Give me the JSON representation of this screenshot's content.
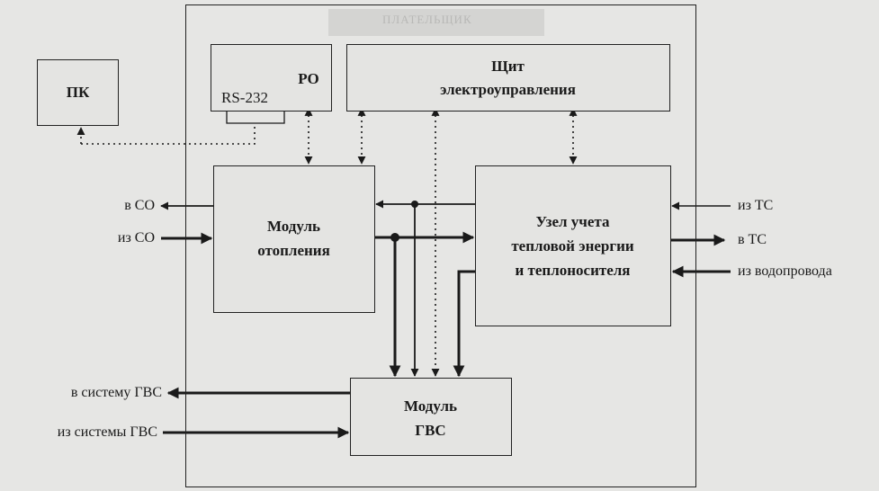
{
  "pc_label": "ПК",
  "ro_label": "РО",
  "rs232_label": "RS-232",
  "panel": {
    "line1": "Щит",
    "line2": "электроуправления"
  },
  "heating_module": {
    "line1": "Модуль",
    "line2": "отопления"
  },
  "metering_unit": {
    "line1": "Узел учета",
    "line2": "тепловой энергии",
    "line3": "и теплоносителя"
  },
  "dhw_module": {
    "line1": "Модуль",
    "line2": "ГВС"
  },
  "io_labels": {
    "to_co": "в СО",
    "from_co": "из СО",
    "from_ts": "из ТС",
    "to_ts": "в ТС",
    "from_water": "из водопровода",
    "to_dhw": "в систему ГВС",
    "from_dhw": "из системы ГВС"
  },
  "faded_header": "ПЛАТЕЛЬЩИК"
}
